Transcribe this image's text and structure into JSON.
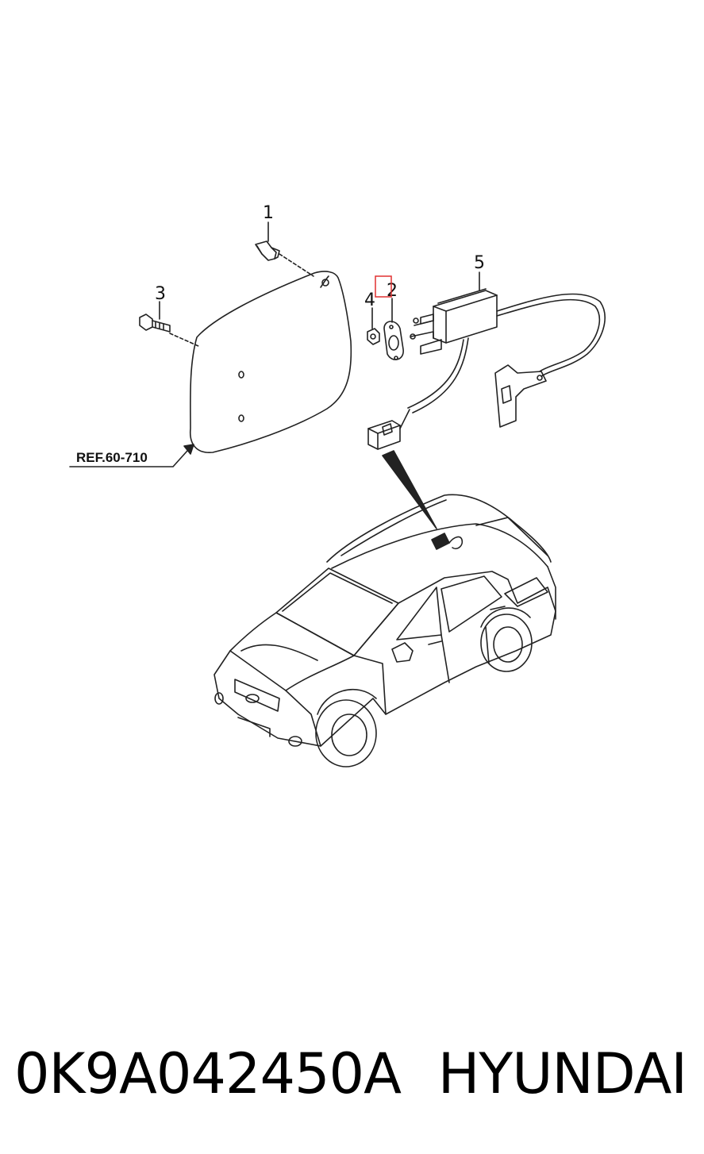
{
  "callouts": {
    "c1": "1",
    "c2": "2",
    "c3": "3",
    "c4": "4",
    "c5": "5"
  },
  "reference_label": "REF.60-710",
  "highlight_color": "#e03030",
  "footer": {
    "part_number": "0K9A042450A",
    "brand": "HYUNDAI"
  }
}
